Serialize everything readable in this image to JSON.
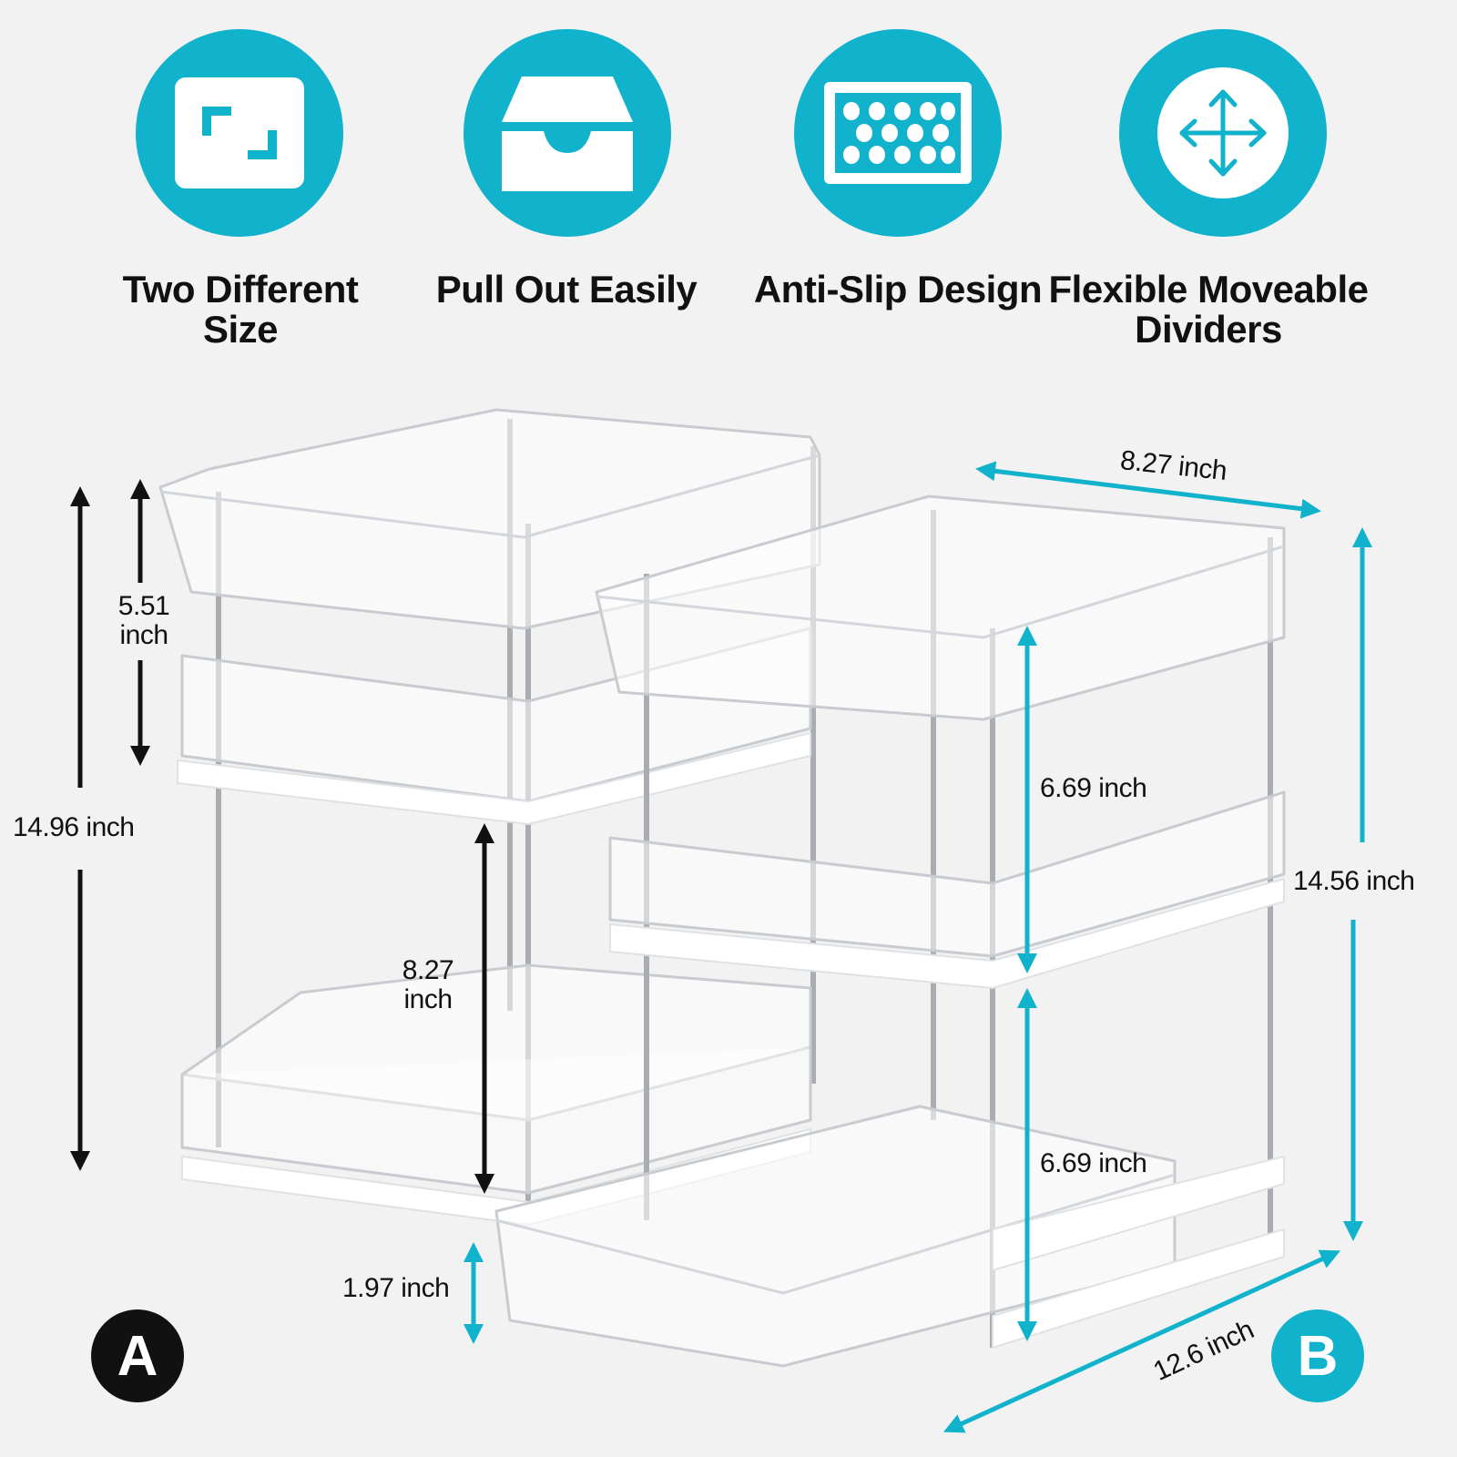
{
  "features": [
    {
      "label_line1": "Two Different",
      "label_line2": "Size",
      "icon": "resize-frame-icon"
    },
    {
      "label_line1": "Pull Out Easily",
      "label_line2": "",
      "icon": "pull-out-drawer-icon"
    },
    {
      "label_line1": "Anti-Slip Design",
      "label_line2": "",
      "icon": "anti-slip-mat-icon"
    },
    {
      "label_line1": "Flexible Moveable",
      "label_line2": "Dividers",
      "icon": "move-arrows-icon"
    }
  ],
  "dimensions": {
    "a_top_tier_line1": "5.51",
    "a_top_tier_line2": "inch",
    "a_total_height": "14.96 inch",
    "a_bottom_tier_line1": "8.27",
    "a_bottom_tier_line2": "inch",
    "a_bottom_clearance": "1.97 inch",
    "b_width": "8.27 inch",
    "b_upper_tier": "6.69 inch",
    "b_lower_tier": "6.69 inch",
    "b_total_height": "14.56 inch",
    "b_depth": "12.6 inch"
  },
  "badges": {
    "a": "A",
    "b": "B"
  },
  "colors": {
    "accent": "#10b2cc",
    "dark": "#111111",
    "background": "#f2f2f2"
  }
}
